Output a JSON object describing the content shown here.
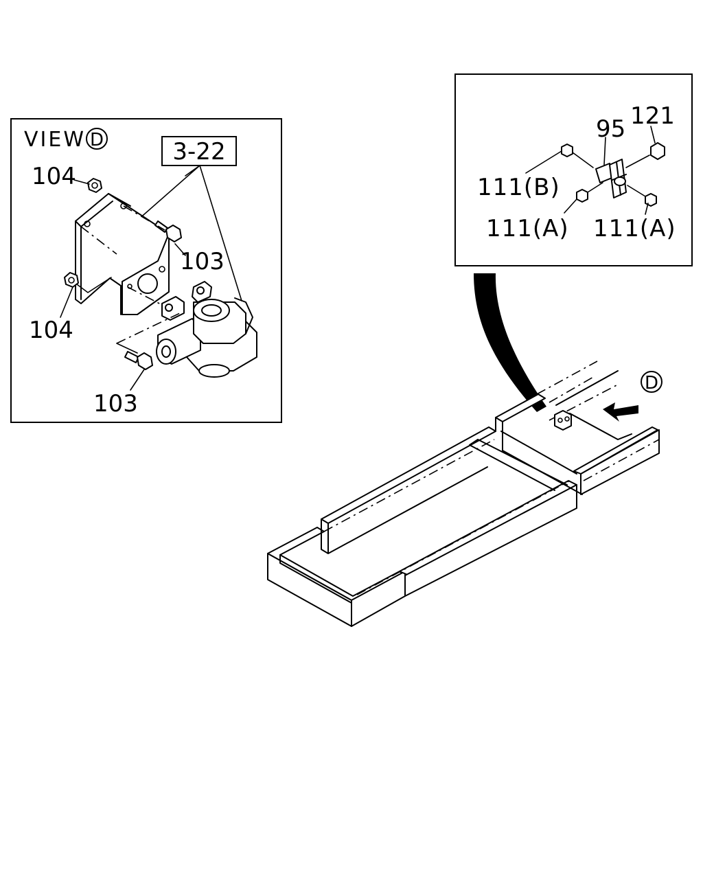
{
  "view_panel": {
    "title": "VIEW",
    "title_marker": "D",
    "ref_box": "3-22",
    "labels": {
      "nut_top": "104",
      "bolt_right": "103",
      "nut_left": "104",
      "bolt_bottom": "103"
    }
  },
  "detail_panel": {
    "labels": {
      "part_95": "95",
      "part_121": "121",
      "part_111b": "111(B)",
      "part_111a_left": "111(A)",
      "part_111a_right": "111(A)"
    }
  },
  "frame_view": {
    "view_marker": "D"
  }
}
